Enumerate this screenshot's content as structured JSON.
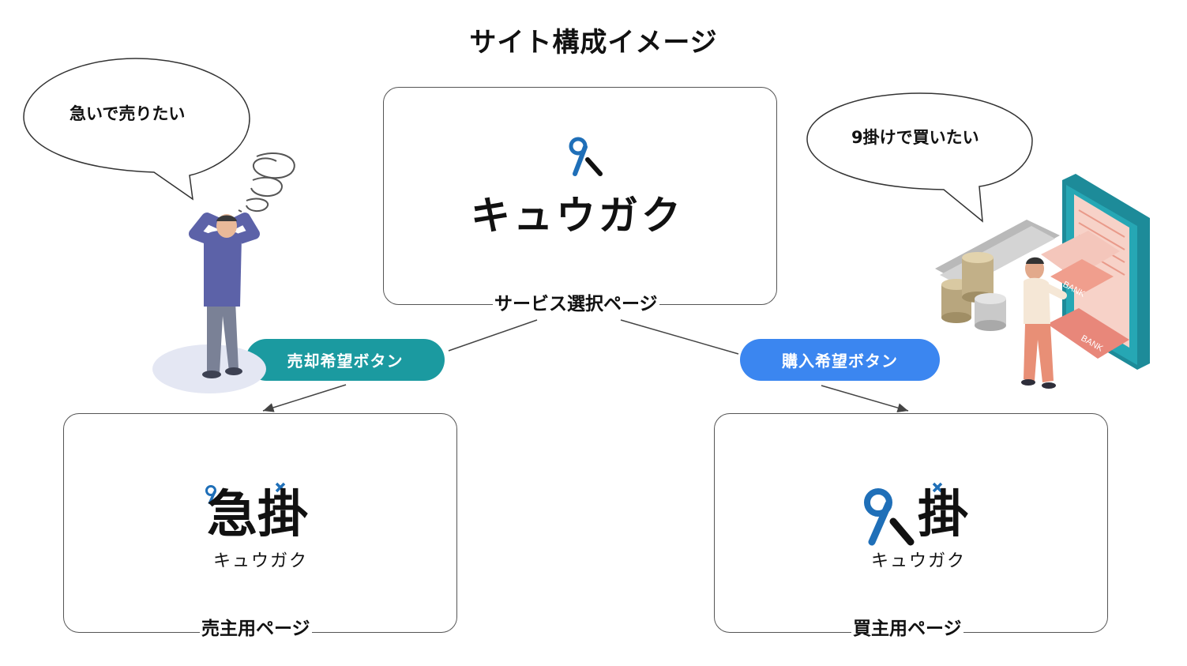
{
  "title": "サイト構成イメージ",
  "pages": {
    "service_select": {
      "label": "サービス選択ページ",
      "logo_text": "キュウガク"
    },
    "seller": {
      "label": "売主用ページ",
      "logo_main": "急掛",
      "logo_sub": "キュウガク"
    },
    "buyer": {
      "label": "買主用ページ",
      "logo_main": "掛",
      "logo_sub": "キュウガク"
    }
  },
  "buttons": {
    "sell": {
      "label": "売却希望ボタン",
      "color": "#1b9aa0"
    },
    "buy": {
      "label": "購入希望ボタン",
      "color": "#3b86f0"
    }
  },
  "bubbles": {
    "seller": "急いで売りたい",
    "buyer": "9掛けで買いたい"
  },
  "illustration_labels": {
    "bank_card": "BANK",
    "bank_screen": "BANK"
  },
  "colors": {
    "logo_blue": "#1f6fb8",
    "logo_black": "#111111"
  },
  "icons": [
    "nine-x-logo-icon",
    "worried-man-illustration",
    "buyer-bank-illustration"
  ]
}
